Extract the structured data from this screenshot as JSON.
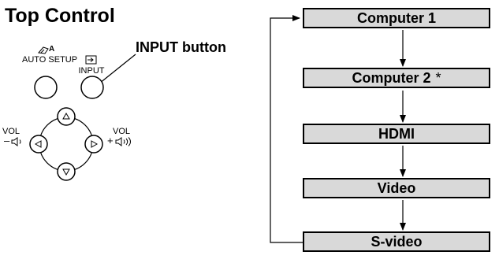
{
  "panel": {
    "title": "Top Control",
    "input_button_callout": "INPUT button",
    "auto_setup_label": "AUTO SETUP",
    "auto_setup_icon_letter": "A",
    "input_label": "INPUT",
    "vol_minus_label": "VOL",
    "vol_minus_sign": "–",
    "vol_plus_label": "VOL",
    "vol_plus_sign": "+"
  },
  "flow": {
    "sources": [
      {
        "label": "Computer 1",
        "note": ""
      },
      {
        "label": "Computer 2",
        "note": "*"
      },
      {
        "label": "HDMI",
        "note": ""
      },
      {
        "label": "Video",
        "note": ""
      },
      {
        "label": "S-video",
        "note": ""
      }
    ]
  },
  "colors": {
    "box_fill": "#d9d9d9",
    "stroke": "#000000"
  }
}
